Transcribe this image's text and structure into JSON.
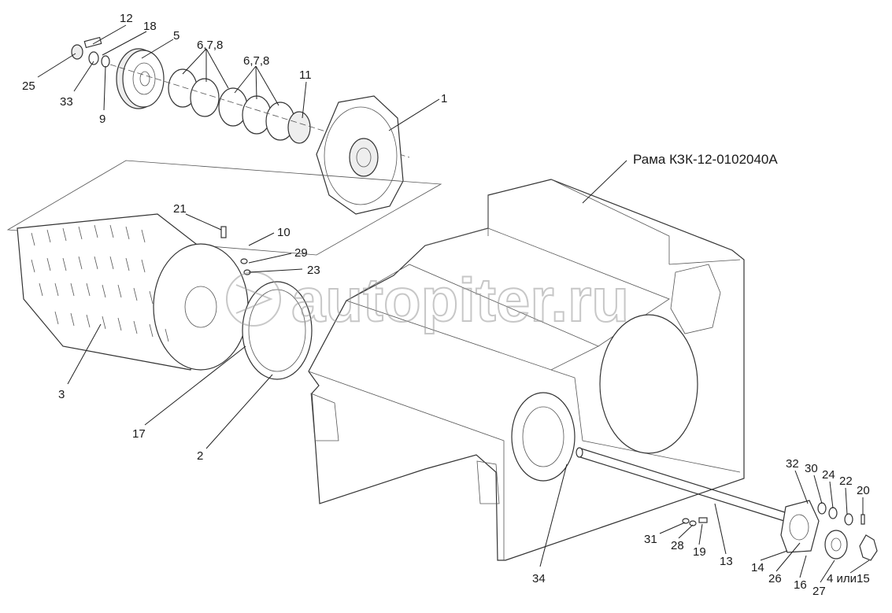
{
  "title": "Рама КЗК-12-0102040А",
  "watermark": "autopiter.ru",
  "callouts": {
    "c12": "12",
    "c18": "18",
    "c5": "5",
    "c678a": "6,7,8",
    "c678b": "6,7,8",
    "c25": "25",
    "c33": "33",
    "c9": "9",
    "c11": "11",
    "c1": "1",
    "c21": "21",
    "c10": "10",
    "c29": "29",
    "c23": "23",
    "c3": "3",
    "c17": "17",
    "c2": "2",
    "c32": "32",
    "c30": "30",
    "c24": "24",
    "c22": "22",
    "c20": "20",
    "c31": "31",
    "c28": "28",
    "c19": "19",
    "c13": "13",
    "c14": "14",
    "c26": "26",
    "c16": "16",
    "c27": "27",
    "c4or15": "4 или15",
    "c34": "34"
  }
}
